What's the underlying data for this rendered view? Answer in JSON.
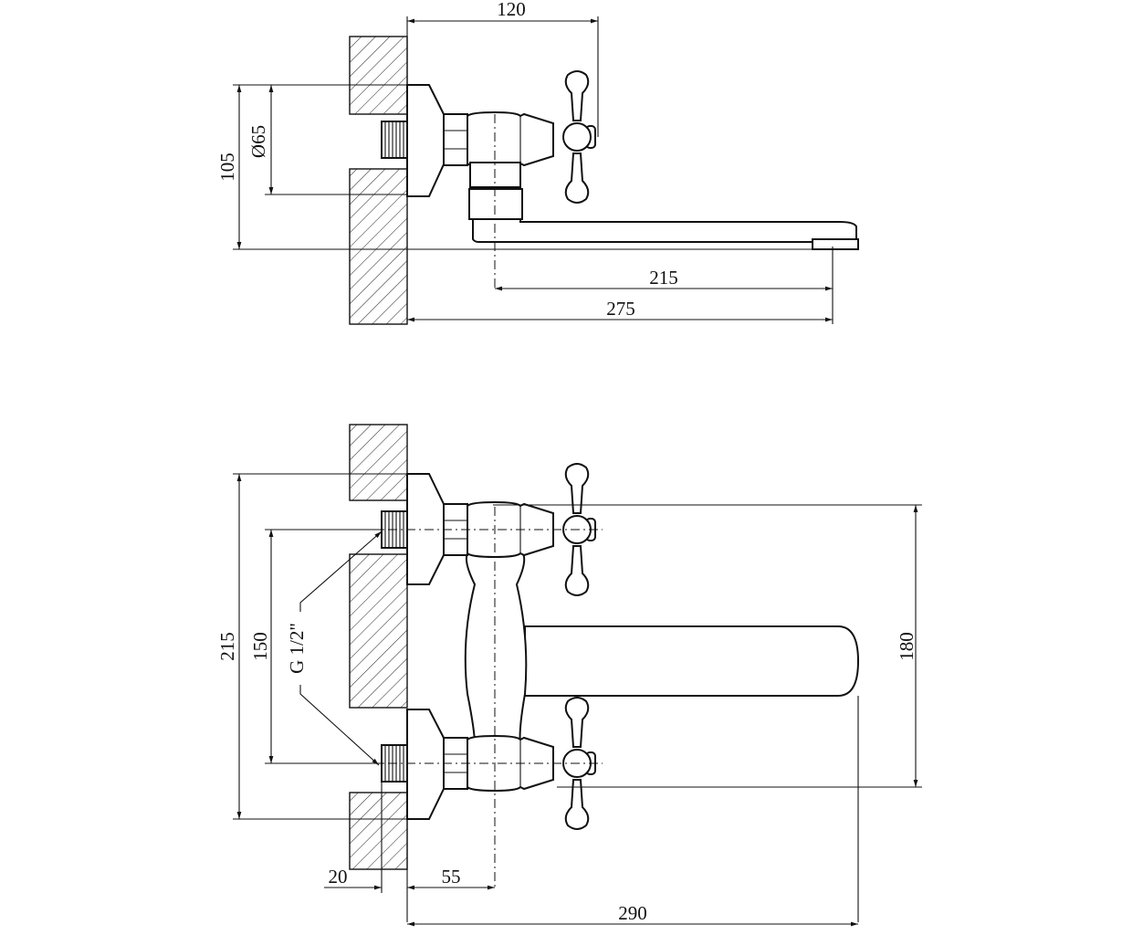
{
  "drawing": {
    "side_view": {
      "dimensions": {
        "projection": "120",
        "height": "105",
        "flange_diameter": "Ø65",
        "spout_reach": "215",
        "total_reach": "275"
      }
    },
    "front_view": {
      "dimensions": {
        "height": "215",
        "center_distance": "150",
        "handle_span": "180",
        "thread_label": "G 1/2\"",
        "inlet_depth": "20",
        "body_offset": "55",
        "total_length": "290"
      }
    },
    "colors": {
      "line": "#111111",
      "background": "#ffffff"
    }
  }
}
